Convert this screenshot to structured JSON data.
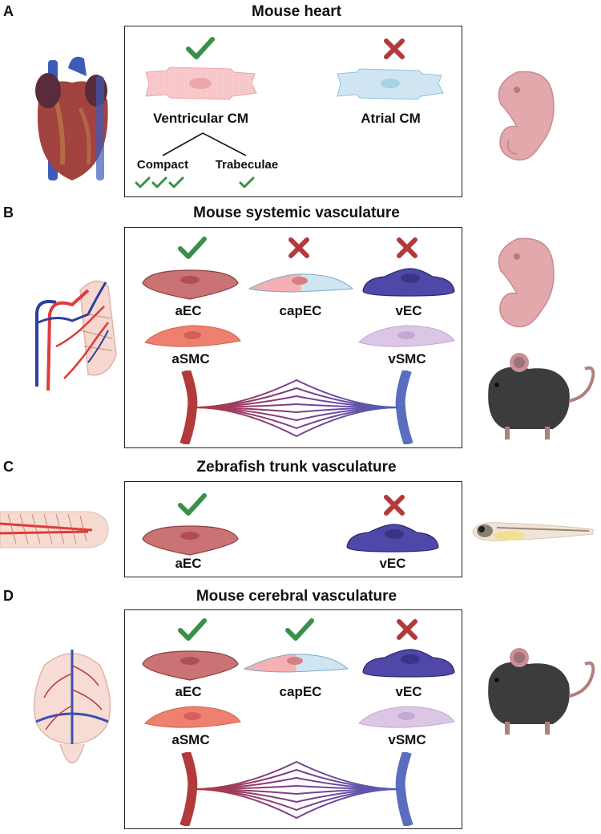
{
  "panels": [
    {
      "letter": "A",
      "title": "Mouse heart",
      "ventricular_label": "Ventricular CM",
      "atrial_label": "Atrial CM",
      "compact_label": "Compact",
      "trabeculae_label": "Trabeculae"
    },
    {
      "letter": "B",
      "title": "Mouse systemic vasculature",
      "aec_label": "aEC",
      "capec_label": "capEC",
      "vec_label": "vEC",
      "asmc_label": "aSMC",
      "vsmc_label": "vSMC"
    },
    {
      "letter": "C",
      "title": "Zebrafish trunk vasculature",
      "aec_label": "aEC",
      "vec_label": "vEC"
    },
    {
      "letter": "D",
      "title": "Mouse cerebral vasculature",
      "aec_label": "aEC",
      "capec_label": "capEC",
      "vec_label": "vEC",
      "asmc_label": "aSMC",
      "vsmc_label": "vSMC"
    }
  ],
  "colors": {
    "check": "#3a8f4a",
    "cross": "#b23a3a",
    "arterial": "#c86b6b",
    "venous": "#5048a8",
    "smc_arterial": "#ee8070",
    "smc_venous": "#d8bfe0",
    "ventricular_cm": "#f7c6c8",
    "atrial_cm": "#c9e2ef"
  }
}
